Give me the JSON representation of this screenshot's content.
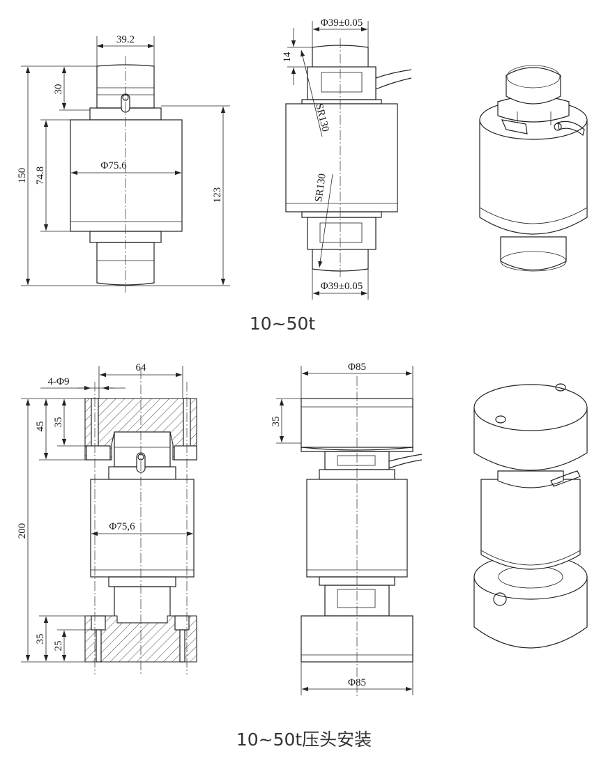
{
  "drawing1": {
    "front": {
      "width_top": "39.2",
      "height_total": "150",
      "height_top": "30",
      "height_body": "74.8",
      "diameter_body": "Φ75.6",
      "height_right": "123"
    },
    "side": {
      "diameter_top": "Φ39±0.05",
      "height_top": "14",
      "radius_upper": "SR130",
      "radius_lower": "SR130",
      "diameter_bottom": "Φ39±0.05"
    },
    "caption": "10~50t"
  },
  "drawing2": {
    "front": {
      "width_top": "64",
      "holes": "4-Φ9",
      "height_total": "200",
      "height_45": "45",
      "height_35_top": "35",
      "diameter_body": "Φ75,6",
      "height_35_bottom": "35",
      "height_25": "25"
    },
    "side": {
      "diameter_top": "Φ85",
      "height_top": "35",
      "diameter_bottom": "Φ85"
    },
    "caption": "10~50t压头安装"
  }
}
